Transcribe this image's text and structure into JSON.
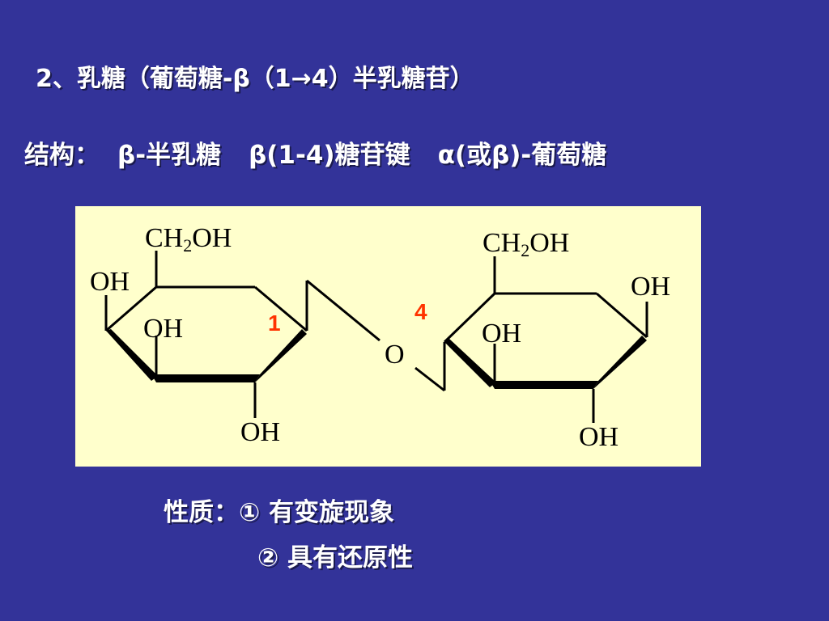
{
  "title": "2、乳糖（葡萄糖-β（1→4）半乳糖苷）",
  "structure": {
    "label": "结构：",
    "part1": "β-半乳糖",
    "part2": "β(1-4)糖苷键",
    "part3": "α(或β)-葡萄糖"
  },
  "diagram": {
    "left_ring": {
      "ch2oh_main": "CH",
      "ch2oh_sub": "2",
      "ch2oh_end": "OH",
      "oh_left": "OH",
      "oh_inner": "OH",
      "oh_bottom": "OH"
    },
    "right_ring": {
      "ch2oh_main": "CH",
      "ch2oh_sub": "2",
      "ch2oh_end": "OH",
      "oh_right": "OH",
      "oh_inner": "OH",
      "oh_bottom": "OH"
    },
    "bridge_oxygen": "O",
    "label_1": "1",
    "label_4": "4",
    "colors": {
      "panel": "#ffffcc",
      "labels": "#ff3300",
      "background": "#333399"
    }
  },
  "properties": {
    "label": "性质：",
    "item1": "① 有变旋现象",
    "item2": "② 具有还原性"
  }
}
